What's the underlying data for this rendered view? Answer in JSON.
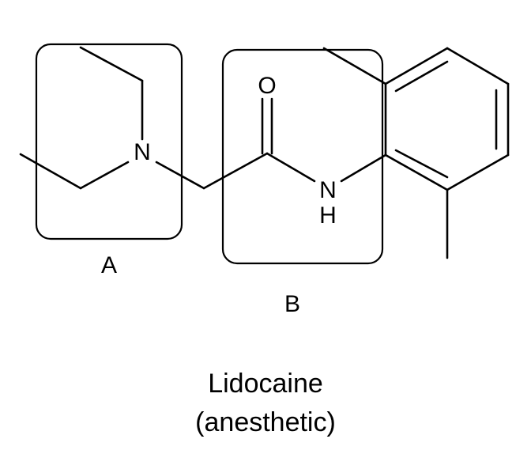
{
  "molecule": {
    "atoms": {
      "nitrogen_amine": "N",
      "oxygen": "O",
      "nitrogen_amide": "N",
      "hydrogen_amide": "H"
    },
    "regions": {
      "a_label": "A",
      "b_label": "B"
    }
  },
  "caption": {
    "name": "Lidocaine",
    "use": "(anesthetic)"
  }
}
